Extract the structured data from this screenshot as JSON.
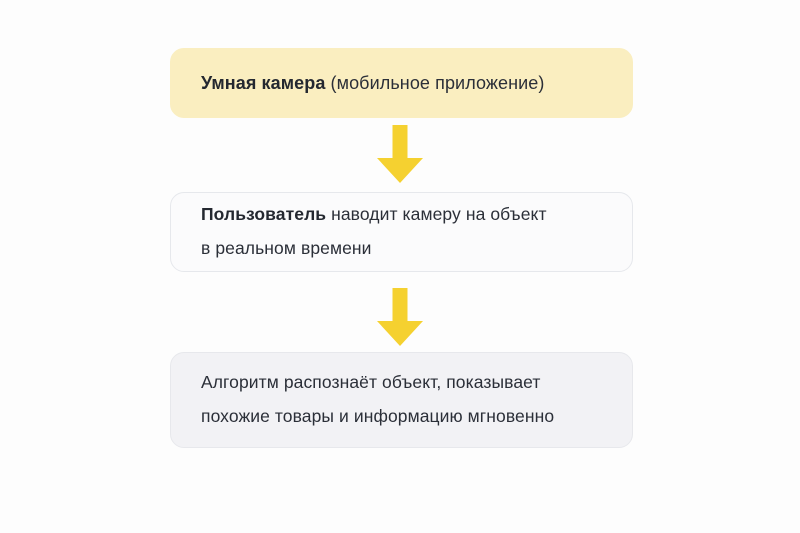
{
  "diagram": {
    "background_color": "#fdfdfd",
    "accent_color": "#f5d130",
    "text_color": "#2b2f38",
    "nodes": [
      {
        "id": "camera",
        "lead_text": "Умная камера",
        "rest_text": " (мобильное приложение)",
        "fill_color": "#faeec0",
        "style": "highlight"
      },
      {
        "id": "user",
        "lead_text": "Пользователь",
        "rest_text": " наводит камеру на объект",
        "line2": "в реальном времени",
        "fill_color": "#fbfbfc",
        "style": "card"
      },
      {
        "id": "algorithm",
        "lead_text": "",
        "rest_text": "Алгоритм распознаёт объект, показывает",
        "line2": "похожие товары и информацию мгновенно",
        "fill_color": "#f2f2f5",
        "style": "muted"
      }
    ],
    "connectors": [
      {
        "id": "arrow-1",
        "icon": "arrow-down-icon",
        "color": "#f5d130"
      },
      {
        "id": "arrow-2",
        "icon": "arrow-down-icon",
        "color": "#f5d130"
      }
    ]
  }
}
